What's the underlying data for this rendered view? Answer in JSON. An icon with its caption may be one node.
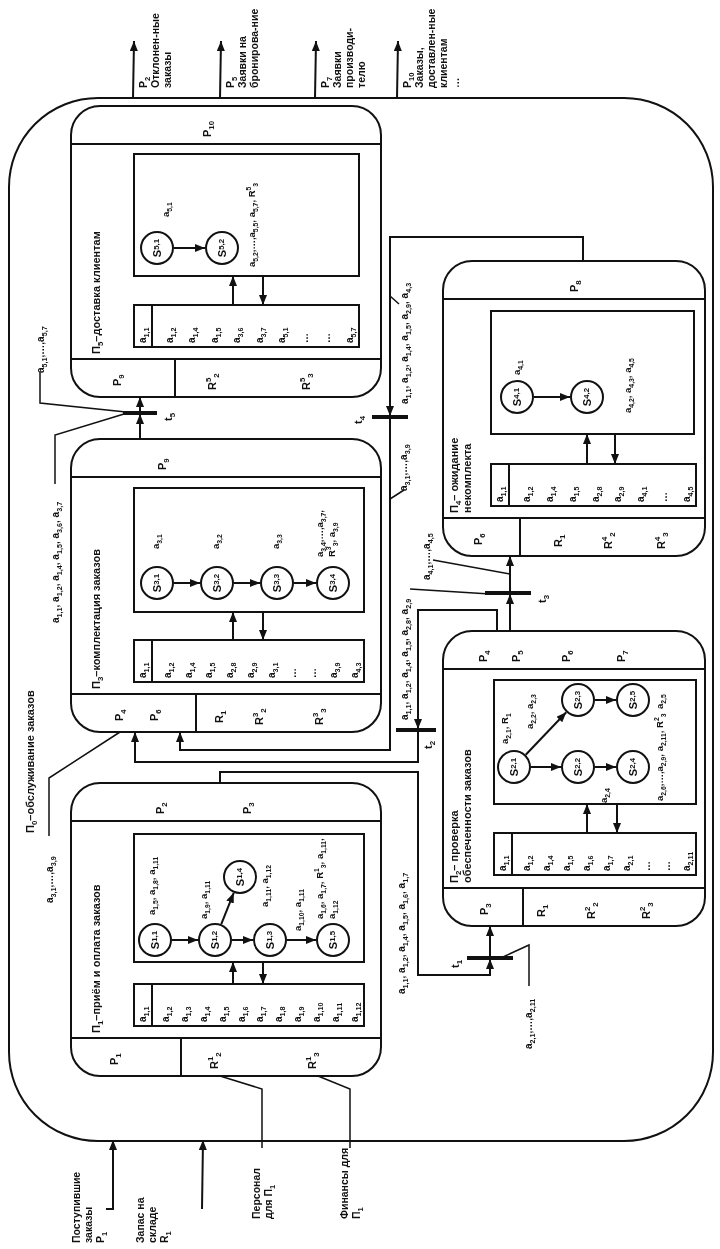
{
  "diagram": {
    "nodes": [
      {
        "text": [
          "П$_{0}$–обслуживание заказов"
        ]
      },
      {
        "text": [
          "Поступившие заказы",
          "P$_{1}$"
        ]
      },
      {
        "text": [
          "Запас на складе",
          "R$_{1}$"
        ]
      },
      {
        "text": [
          "Персонал для П$_{1}$"
        ]
      },
      {
        "text": [
          "Финансы для П$_{1}$"
        ]
      },
      {
        "text": [
          "P$_{2}$",
          "Отклонен-ные заказы"
        ]
      },
      {
        "text": [
          "P$_{5}$",
          "Заявки на бронирова-ние"
        ]
      },
      {
        "text": [
          "P$_{7}$",
          "Заявки производи-телю"
        ]
      },
      {
        "text": [
          "P$_{10}$",
          "Заказы, доставлен-ные клиентам",
          "…"
        ]
      },
      {
        "text": [
          "П$_{1}$–приём и оплата заказов",
          "P$_{1}$",
          "R$^{1}$$_{2}$",
          "R$^{1}$$_{3}$",
          "P$_{2}$",
          "P$_{3}$"
        ],
        "in": 0
      },
      {
        "text": [
          "a$_{1,1}$",
          "a$_{1,2}$",
          "a$_{1,3}$",
          "a$_{1,4}$",
          "a$_{1,5}$",
          "a$_{1,6}$",
          "a$_{1,7}$",
          "a$_{1,8}$",
          "a$_{1,9}$",
          "a$_{1,10}$",
          "a$_{1,11}$",
          "a$_{1,12}$"
        ],
        "in": 9
      },
      {
        "text": [
          "a$_{1,5}$, a$_{1,8}$, a$_{1,11}$",
          "a$_{1,9}$, a$_{1,11}$",
          "a$_{1,11}$, a$_{1,12}$",
          "a$_{1,10}$, a$_{1,11}$",
          "a$_{1,6}$, a$_{1,7}$, R$^{1}$$_{3}$, a$_{1,11}$, a$_{1,12}$"
        ],
        "in": 9
      },
      {
        "text": [
          "S$_{1,1}$"
        ],
        "in": 11
      },
      {
        "text": [
          "S$_{1,2}$"
        ],
        "in": 11
      },
      {
        "text": [
          "S$_{1,3}$"
        ],
        "in": 11
      },
      {
        "text": [
          "S$_{1,4}$"
        ],
        "in": 11
      },
      {
        "text": [
          "S$_{1,5}$"
        ],
        "in": 11
      },
      {
        "text": [
          "П$_{2}$– проверка обеспеченности заказов",
          "P$_{3}$",
          "R$_{1}$",
          "R$^{2}$$_{2}$",
          "R$^{2}$$_{3}$",
          "P$_{4}$",
          "P$_{5}$",
          "P$_{6}$",
          "P$_{7}$"
        ],
        "in": 0
      },
      {
        "text": [
          "a$_{1,1}$",
          "a$_{1,2}$",
          "a$_{1,4}$",
          "a$_{1,5}$",
          "a$_{1,6}$",
          "a$_{1,7}$",
          "a$_{2,1}$",
          "…",
          "…",
          "a$_{2,11}$"
        ],
        "in": 17
      },
      {
        "text": [
          "a$_{2,1}$, R$_{1}$",
          "a$_{2,2}$, a$_{2,3}$",
          "a$_{2,4}$",
          "a$_{2,5}$",
          "a$_{2,6}$,…,a$_{2,9}$, a$_{2,11}$, R$^{2}$$_{3}$"
        ],
        "in": 17
      },
      {
        "text": [
          "S$_{2,1}$"
        ],
        "in": 19
      },
      {
        "text": [
          "S$_{2,2}$"
        ],
        "in": 19
      },
      {
        "text": [
          "S$_{2,3}$"
        ],
        "in": 19
      },
      {
        "text": [
          "S$_{2,4}$"
        ],
        "in": 19
      },
      {
        "text": [
          "S$_{2,5}$"
        ],
        "in": 19
      },
      {
        "text": [
          "П$_{3}$–комплектация заказов",
          "P$_{4}$",
          "P$_{6}$",
          "R$_{1}$",
          "R$^{3}$$_{2}$",
          "R$^{3}$$_{3}$",
          "P$_{9}$"
        ],
        "in": 0
      },
      {
        "text": [
          "a$_{1,1}$",
          "a$_{1,2}$",
          "a$_{1,4}$",
          "a$_{1,5}$",
          "a$_{2,8}$",
          "a$_{2,9}$",
          "a$_{3,1}$",
          "…",
          "…",
          "a$_{3,9}$",
          "a$_{4,3}$"
        ],
        "in": 25
      },
      {
        "text": [
          "a$_{3,1}$",
          "a$_{3,2}$",
          "a$_{3,3}$",
          "a$_{3,4}$,…,a$_{3,7}$, R$^{3}$$_{3}$, a$_{3,9}$"
        ],
        "in": 25
      },
      {
        "text": [
          "S$_{3,1}$"
        ],
        "in": 27
      },
      {
        "text": [
          "S$_{3,2}$"
        ],
        "in": 27
      },
      {
        "text": [
          "S$_{3,3}$"
        ],
        "in": 27
      },
      {
        "text": [
          "S$_{3,4}$"
        ],
        "in": 27
      },
      {
        "text": [
          "П$_{4}$– ожидание некомплекта",
          "P$_{6}$",
          "R$_{1}$",
          "R$^{4}$$_{2}$",
          "R$^{4}$$_{3}$",
          "P$_{8}$"
        ],
        "in": 0
      },
      {
        "text": [
          "a$_{1,1}$",
          "a$_{1,2}$",
          "a$_{1,4}$",
          "a$_{1,5}$",
          "a$_{2,8}$",
          "a$_{2,9}$",
          "a$_{4,1}$",
          "…",
          "a$_{4,5}$"
        ],
        "in": 32
      },
      {
        "text": [
          "a$_{4,1}$",
          "a$_{4,2}$, a$_{4,3}$, a$_{4,5}$"
        ],
        "in": 32
      },
      {
        "text": [
          "S$_{4,1}$"
        ],
        "in": 34
      },
      {
        "text": [
          "S$_{4,2}$"
        ],
        "in": 34
      },
      {
        "text": [
          "П$_{5}$–доставка клиентам",
          "P$_{9}$",
          "R$^{5}$$_{2}$",
          "R$^{5}$$_{3}$",
          "P$_{10}$"
        ],
        "in": 0
      },
      {
        "text": [
          "a$_{1,1}$",
          "a$_{1,2}$",
          "a$_{1,4}$",
          "a$_{1,5}$",
          "a$_{3,6}$",
          "a$_{3,7}$",
          "a$_{5,1}$",
          "…",
          "…",
          "a$_{5,7}$"
        ],
        "in": 37
      },
      {
        "text": [
          "a$_{5,1}$",
          "a$_{5,2}$,…,a$_{5,5}$, a$_{5,7}$, R$^{5}$$_{3}$"
        ],
        "in": 37
      },
      {
        "text": [
          "S$_{5,1}$"
        ],
        "in": 39
      },
      {
        "text": [
          "S$_{5,2}$"
        ],
        "in": 39
      },
      {
        "text": [],
        "shape": "bar",
        "beside": [
          "t$_{1}$"
        ],
        "in": 0
      },
      {
        "text": [],
        "shape": "bar",
        "beside": [
          "t$_{2}$"
        ],
        "in": 0
      },
      {
        "text": [],
        "shape": "bar",
        "beside": [
          "t$_{3}$"
        ],
        "in": 0
      },
      {
        "text": [],
        "shape": "bar",
        "beside": [
          "t$_{4}$"
        ],
        "in": 0
      },
      {
        "text": [],
        "shape": "bar",
        "beside": [
          "t$_{5}$"
        ],
        "in": 0
      },
      {
        "text": [
          "a$_{2,1}$,…,a$_{2,11}$"
        ],
        "in": 0
      },
      {
        "text": [
          "a$_{1,1}$, a$_{1,2}$, a$_{1,4}$, a$_{1,5}$, a$_{2,8}$, a$_{2,9}$"
        ],
        "in": 0
      },
      {
        "text": [
          "a$_{4,1}$,…,a$_{4,5}$"
        ],
        "in": 0
      },
      {
        "text": [
          "a$_{3,1}$,…,a$_{3,9}$"
        ],
        "in": 0
      },
      {
        "text": [
          "a$_{1,1}$, a$_{1,2}$, a$_{1,4}$, a$_{1,5}$, a$_{2,9}$, a$_{4,3}$"
        ],
        "in": 0
      },
      {
        "text": [
          "a$_{3,1}$,…,a$_{3,9}$"
        ],
        "in": 0
      },
      {
        "text": [
          "a$_{1,1}$, a$_{1,2}$, a$_{1,4}$, a$_{1,5}$, a$_{3,6}$, a$_{3,7}$"
        ],
        "in": 0
      },
      {
        "text": [
          "a$_{5,1}$,…,a$_{5,7}$"
        ],
        "in": 0
      }
    ],
    "edges": [
      {
        "from": 1,
        "to": 0,
        "arrow": "to"
      },
      {
        "from": 2,
        "to": 0,
        "arrow": "to"
      },
      {
        "from": 3,
        "to": 9,
        "arrow": "none"
      },
      {
        "from": 4,
        "to": 9,
        "arrow": "none"
      },
      {
        "from": 0,
        "to": 5,
        "arrow": "to"
      },
      {
        "from": 0,
        "to": 6,
        "arrow": "to"
      },
      {
        "from": 0,
        "to": 7,
        "arrow": "to"
      },
      {
        "from": 0,
        "to": 8,
        "arrow": "to"
      },
      {
        "from": 10,
        "to": 11,
        "arrow": "to"
      },
      {
        "from": 11,
        "to": 10,
        "arrow": "to"
      },
      {
        "from": 12,
        "to": 13,
        "arrow": "to"
      },
      {
        "from": 13,
        "to": 14,
        "arrow": "to"
      },
      {
        "from": 13,
        "to": 15,
        "arrow": "to"
      },
      {
        "from": 14,
        "to": 16,
        "arrow": "to"
      },
      {
        "from": 18,
        "to": 19,
        "arrow": "to"
      },
      {
        "from": 19,
        "to": 18,
        "arrow": "to"
      },
      {
        "from": 20,
        "to": 21,
        "arrow": "to"
      },
      {
        "from": 20,
        "to": 22,
        "arrow": "to"
      },
      {
        "from": 21,
        "to": 23,
        "arrow": "to"
      },
      {
        "from": 22,
        "to": 24,
        "arrow": "to"
      },
      {
        "from": 26,
        "to": 27,
        "arrow": "to"
      },
      {
        "from": 27,
        "to": 26,
        "arrow": "to"
      },
      {
        "from": 28,
        "to": 29,
        "arrow": "to"
      },
      {
        "from": 29,
        "to": 30,
        "arrow": "to"
      },
      {
        "from": 30,
        "to": 31,
        "arrow": "to"
      },
      {
        "from": 33,
        "to": 34,
        "arrow": "to"
      },
      {
        "from": 34,
        "to": 33,
        "arrow": "to"
      },
      {
        "from": 35,
        "to": 36,
        "arrow": "to"
      },
      {
        "from": 38,
        "to": 39,
        "arrow": "to"
      },
      {
        "from": 39,
        "to": 38,
        "arrow": "to"
      },
      {
        "from": 40,
        "to": 41,
        "arrow": "to"
      },
      {
        "from": 9,
        "to": 42,
        "arrow": "to"
      },
      {
        "from": 42,
        "to": 17,
        "arrow": "to"
      },
      {
        "from": 17,
        "to": 43,
        "arrow": "to"
      },
      {
        "from": 43,
        "to": 25,
        "arrow": "to"
      },
      {
        "from": 17,
        "to": 44,
        "arrow": "to"
      },
      {
        "from": 44,
        "to": 32,
        "arrow": "to"
      },
      {
        "from": 32,
        "to": 45,
        "arrow": "to"
      },
      {
        "from": 45,
        "to": 25,
        "arrow": "to"
      },
      {
        "from": 25,
        "to": 46,
        "arrow": "to"
      },
      {
        "from": 46,
        "to": 37,
        "arrow": "to"
      },
      {
        "from": 47,
        "to": 42,
        "arrow": "none"
      },
      {
        "from": 48,
        "to": 44,
        "arrow": "none"
      },
      {
        "from": 49,
        "to": null,
        "arrow": "none"
      },
      {
        "from": 50,
        "to": null,
        "arrow": "none"
      },
      {
        "from": 51,
        "to": null,
        "arrow": "none"
      },
      {
        "from": 52,
        "to": 25,
        "arrow": "none"
      },
      {
        "from": 53,
        "to": 46,
        "arrow": "none"
      },
      {
        "from": 54,
        "to": 46,
        "arrow": "none"
      }
    ],
    "labels": [
      "a$_{1,1}$, a$_{1,2}$, a$_{1,4}$, a$_{1,5}$, a$_{1,6}$, a$_{1,7}$"
    ]
  }
}
